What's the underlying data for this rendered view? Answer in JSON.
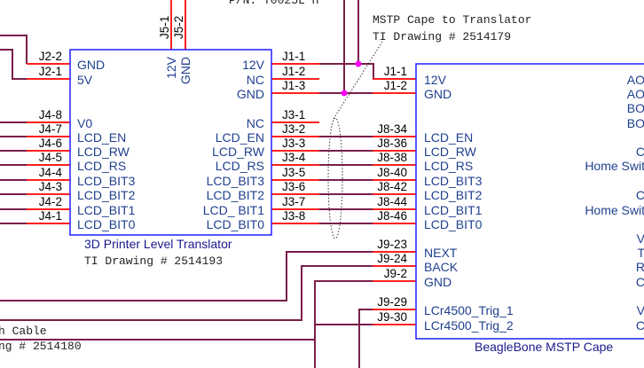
{
  "colors": {
    "box": "#2020ff",
    "pin": "#ff2020",
    "wire": "#7a1f4a",
    "junction": "#ff00ff",
    "pin_text": "#1f3f8f"
  },
  "notes": {
    "top_partial": "P/N: T0025L H",
    "mstp_title": "MSTP Cape to Translator",
    "mstp_drawing": "TI Drawing # 2514179",
    "cable_title": "h Cable",
    "cable_drawing": "ng # 2514180"
  },
  "translator": {
    "title": "3D Printer Level Translator",
    "drawing": "TI Drawing # 2514193",
    "top_pins": [
      {
        "ref": "J5-1",
        "name": "12V"
      },
      {
        "ref": "J5-2",
        "name": "GND"
      }
    ],
    "left_pins": [
      {
        "ref": "J2-2",
        "name": "GND"
      },
      {
        "ref": "J2-1",
        "name": "5V"
      },
      {
        "ref": "J4-8",
        "name": "V0"
      },
      {
        "ref": "J4-7",
        "name": "LCD_EN"
      },
      {
        "ref": "J4-6",
        "name": "LCD_RW"
      },
      {
        "ref": "J4-5",
        "name": "LCD_RS"
      },
      {
        "ref": "J4-4",
        "name": "LCD_BIT3"
      },
      {
        "ref": "J4-3",
        "name": "LCD_BIT2"
      },
      {
        "ref": "J4-2",
        "name": "LCD_BIT1"
      },
      {
        "ref": "J4-1",
        "name": "LCD_BIT0"
      }
    ],
    "right_pins": [
      {
        "ref": "J1-1",
        "name": "12V"
      },
      {
        "ref": "J1-2",
        "name": "NC"
      },
      {
        "ref": "J1-3",
        "name": "GND"
      },
      {
        "ref": "J3-1",
        "name": "NC"
      },
      {
        "ref": "J3-2",
        "name": "LCD_EN"
      },
      {
        "ref": "J3-3",
        "name": "LCD_RW"
      },
      {
        "ref": "J3-4",
        "name": "LCD_RS"
      },
      {
        "ref": "J3-5",
        "name": "LCD_BIT3"
      },
      {
        "ref": "J3-6",
        "name": "LCD_BIT2"
      },
      {
        "ref": "J3-7",
        "name": "LCD_ BIT1"
      },
      {
        "ref": "J3-8",
        "name": "LCD_BIT0"
      }
    ]
  },
  "cape": {
    "title": "BeagleBone MSTP Cape",
    "left_pins": [
      {
        "ref": "J1-1",
        "name": "12V"
      },
      {
        "ref": "J1-2",
        "name": "GND"
      },
      {
        "ref": "J8-34",
        "name": "LCD_EN"
      },
      {
        "ref": "J8-36",
        "name": "LCD_RW"
      },
      {
        "ref": "J8-38",
        "name": "LCD_RS"
      },
      {
        "ref": "J8-40",
        "name": "LCD_BIT3"
      },
      {
        "ref": "J8-42",
        "name": "LCD_BIT2"
      },
      {
        "ref": "J8-44",
        "name": "LCD_BIT1"
      },
      {
        "ref": "J8-46",
        "name": "LCD_BIT0"
      },
      {
        "ref": "J9-23",
        "name": "NEXT"
      },
      {
        "ref": "J9-24",
        "name": "BACK"
      },
      {
        "ref": "J9-2",
        "name": "GND"
      },
      {
        "ref": "J9-29",
        "name": "LCr4500_Trig_1"
      },
      {
        "ref": "J9-30",
        "name": "LCr4500_Trig_2"
      }
    ],
    "right_labels_partial": [
      "AO",
      "AO",
      "BO",
      "BO",
      "C",
      "Home Swit",
      "C",
      "Home Swit",
      "V",
      "T",
      "R",
      "C",
      "V",
      "C"
    ]
  }
}
